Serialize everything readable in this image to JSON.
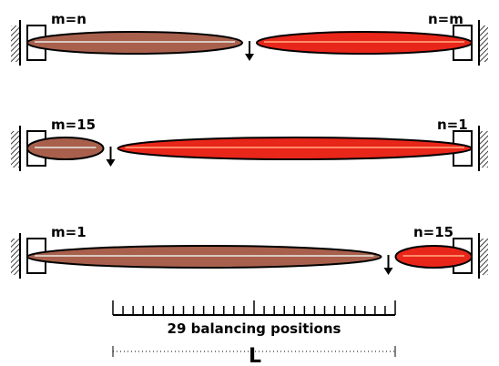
{
  "colors": {
    "left_rod": "#a8604c",
    "right_rod": "#e8261a",
    "rod_outline": "#000000",
    "highlight": "#d8c8c0",
    "background": "#ffffff"
  },
  "diagrams": [
    {
      "left_label": "m=n",
      "right_label": "n=m",
      "left_fraction": 0.5
    },
    {
      "left_label": "m=15",
      "right_label": "n=1",
      "left_fraction": 0.1875
    },
    {
      "left_label": "m=1",
      "right_label": "n=15",
      "left_fraction": 0.8125
    }
  ],
  "scale": {
    "caption": "29 balancing positions",
    "tick_count": 29,
    "length_label": "L"
  }
}
